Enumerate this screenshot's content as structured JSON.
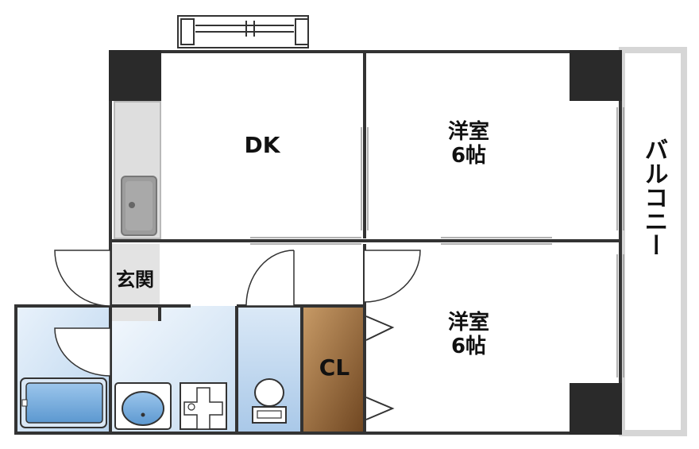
{
  "labels": {
    "dk": "DK",
    "room_upper": [
      "洋室",
      "6帖"
    ],
    "room_lower": [
      "洋室",
      "6帖"
    ],
    "entrance": "玄関",
    "closet": "CL",
    "balcony": "バルコニー"
  },
  "colors": {
    "wall": "#333333",
    "column": "#2a2a2a",
    "balcony_rail": "#d9d9d9",
    "bath_tile": "#cfe2f3",
    "toilet_room": "#bcd6ee",
    "closet_floor": "#8a5a2c",
    "entrance_floor": "#e3e3e3",
    "kitchen_counter": "#d8d8d8"
  }
}
